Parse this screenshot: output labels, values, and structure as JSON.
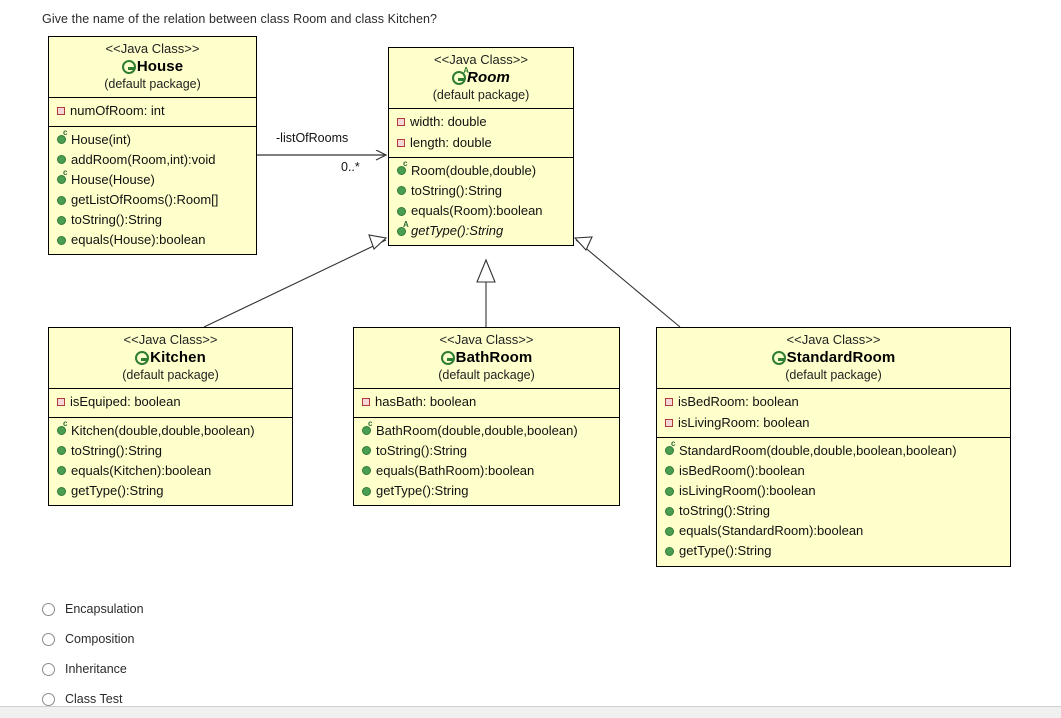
{
  "question": "Give the name of the relation between class Room and class Kitchen?",
  "stereotype": "<<Java Class>>",
  "package_label": "(default package)",
  "colors": {
    "class_fill": "#ffffcc",
    "class_border": "#000000",
    "class_icon": "#2e7d34",
    "field_icon": "#b03a3a",
    "method_icon": "#4a9e52",
    "text": "#111111"
  },
  "classes": {
    "house": {
      "stereotype": "<<Java Class>>",
      "name": "House",
      "abstract": false,
      "package": "(default package)",
      "icon": "java-class-icon",
      "fields": [
        {
          "icon": "private-field-icon",
          "text": "numOfRoom: int"
        }
      ],
      "methods": [
        {
          "icon": "constructor-icon",
          "sup": "c",
          "text": "House(int)",
          "abstract": false
        },
        {
          "icon": "method-icon",
          "sup": "",
          "text": "addRoom(Room,int):void",
          "abstract": false
        },
        {
          "icon": "constructor-icon",
          "sup": "c",
          "text": "House(House)",
          "abstract": false
        },
        {
          "icon": "method-icon",
          "sup": "",
          "text": "getListOfRooms():Room[]",
          "abstract": false
        },
        {
          "icon": "method-icon",
          "sup": "",
          "text": "toString():String",
          "abstract": false
        },
        {
          "icon": "method-icon",
          "sup": "",
          "text": "equals(House):boolean",
          "abstract": false
        }
      ]
    },
    "room": {
      "stereotype": "<<Java Class>>",
      "name": "Room",
      "abstract": true,
      "package": "(default package)",
      "icon": "java-abstract-class-icon",
      "icon_badge": "A",
      "fields": [
        {
          "icon": "private-field-icon",
          "text": "width: double"
        },
        {
          "icon": "private-field-icon",
          "text": "length: double"
        }
      ],
      "methods": [
        {
          "icon": "constructor-icon",
          "sup": "c",
          "text": "Room(double,double)",
          "abstract": false
        },
        {
          "icon": "method-icon",
          "sup": "",
          "text": "toString():String",
          "abstract": false
        },
        {
          "icon": "method-icon",
          "sup": "",
          "text": "equals(Room):boolean",
          "abstract": false
        },
        {
          "icon": "abstract-method-icon",
          "sup": "A",
          "text": "getType():String",
          "abstract": true
        }
      ]
    },
    "kitchen": {
      "stereotype": "<<Java Class>>",
      "name": "Kitchen",
      "abstract": false,
      "package": "(default package)",
      "icon": "java-class-icon",
      "fields": [
        {
          "icon": "private-field-icon",
          "text": "isEquiped: boolean"
        }
      ],
      "methods": [
        {
          "icon": "constructor-icon",
          "sup": "c",
          "text": "Kitchen(double,double,boolean)",
          "abstract": false
        },
        {
          "icon": "method-icon",
          "sup": "",
          "text": "toString():String",
          "abstract": false
        },
        {
          "icon": "method-icon",
          "sup": "",
          "text": "equals(Kitchen):boolean",
          "abstract": false
        },
        {
          "icon": "method-icon",
          "sup": "",
          "text": "getType():String",
          "abstract": false
        }
      ]
    },
    "bathroom": {
      "stereotype": "<<Java Class>>",
      "name": "BathRoom",
      "abstract": false,
      "package": "(default package)",
      "icon": "java-class-icon",
      "fields": [
        {
          "icon": "private-field-icon",
          "text": "hasBath: boolean"
        }
      ],
      "methods": [
        {
          "icon": "constructor-icon",
          "sup": "c",
          "text": "BathRoom(double,double,boolean)",
          "abstract": false
        },
        {
          "icon": "method-icon",
          "sup": "",
          "text": "toString():String",
          "abstract": false
        },
        {
          "icon": "method-icon",
          "sup": "",
          "text": "equals(BathRoom):boolean",
          "abstract": false
        },
        {
          "icon": "method-icon",
          "sup": "",
          "text": "getType():String",
          "abstract": false
        }
      ]
    },
    "standardroom": {
      "stereotype": "<<Java Class>>",
      "name": "StandardRoom",
      "abstract": false,
      "package": "(default package)",
      "icon": "java-class-icon",
      "fields": [
        {
          "icon": "private-field-icon",
          "text": "isBedRoom: boolean"
        },
        {
          "icon": "private-field-icon",
          "text": "isLivingRoom: boolean"
        }
      ],
      "methods": [
        {
          "icon": "constructor-icon",
          "sup": "c",
          "text": "StandardRoom(double,double,boolean,boolean)",
          "abstract": false
        },
        {
          "icon": "method-icon",
          "sup": "",
          "text": "isBedRoom():boolean",
          "abstract": false
        },
        {
          "icon": "method-icon",
          "sup": "",
          "text": "isLivingRoom():boolean",
          "abstract": false
        },
        {
          "icon": "method-icon",
          "sup": "",
          "text": "toString():String",
          "abstract": false
        },
        {
          "icon": "method-icon",
          "sup": "",
          "text": "equals(StandardRoom):boolean",
          "abstract": false
        },
        {
          "icon": "method-icon",
          "sup": "",
          "text": "getType():String",
          "abstract": false
        }
      ]
    }
  },
  "relations": {
    "association": {
      "from": "House",
      "to": "Room",
      "role_label": "-listOfRooms",
      "multiplicity": "0..*",
      "arrow": "open-arrow"
    },
    "generalizations": [
      {
        "from": "Kitchen",
        "to": "Room",
        "arrow": "hollow-triangle"
      },
      {
        "from": "BathRoom",
        "to": "Room",
        "arrow": "hollow-triangle"
      },
      {
        "from": "StandardRoom",
        "to": "Room",
        "arrow": "hollow-triangle"
      }
    ]
  },
  "answers": {
    "options": [
      {
        "label": "Encapsulation",
        "selected": false
      },
      {
        "label": "Composition",
        "selected": false
      },
      {
        "label": "Inheritance",
        "selected": false
      },
      {
        "label": "Class Test",
        "selected": false
      }
    ]
  }
}
